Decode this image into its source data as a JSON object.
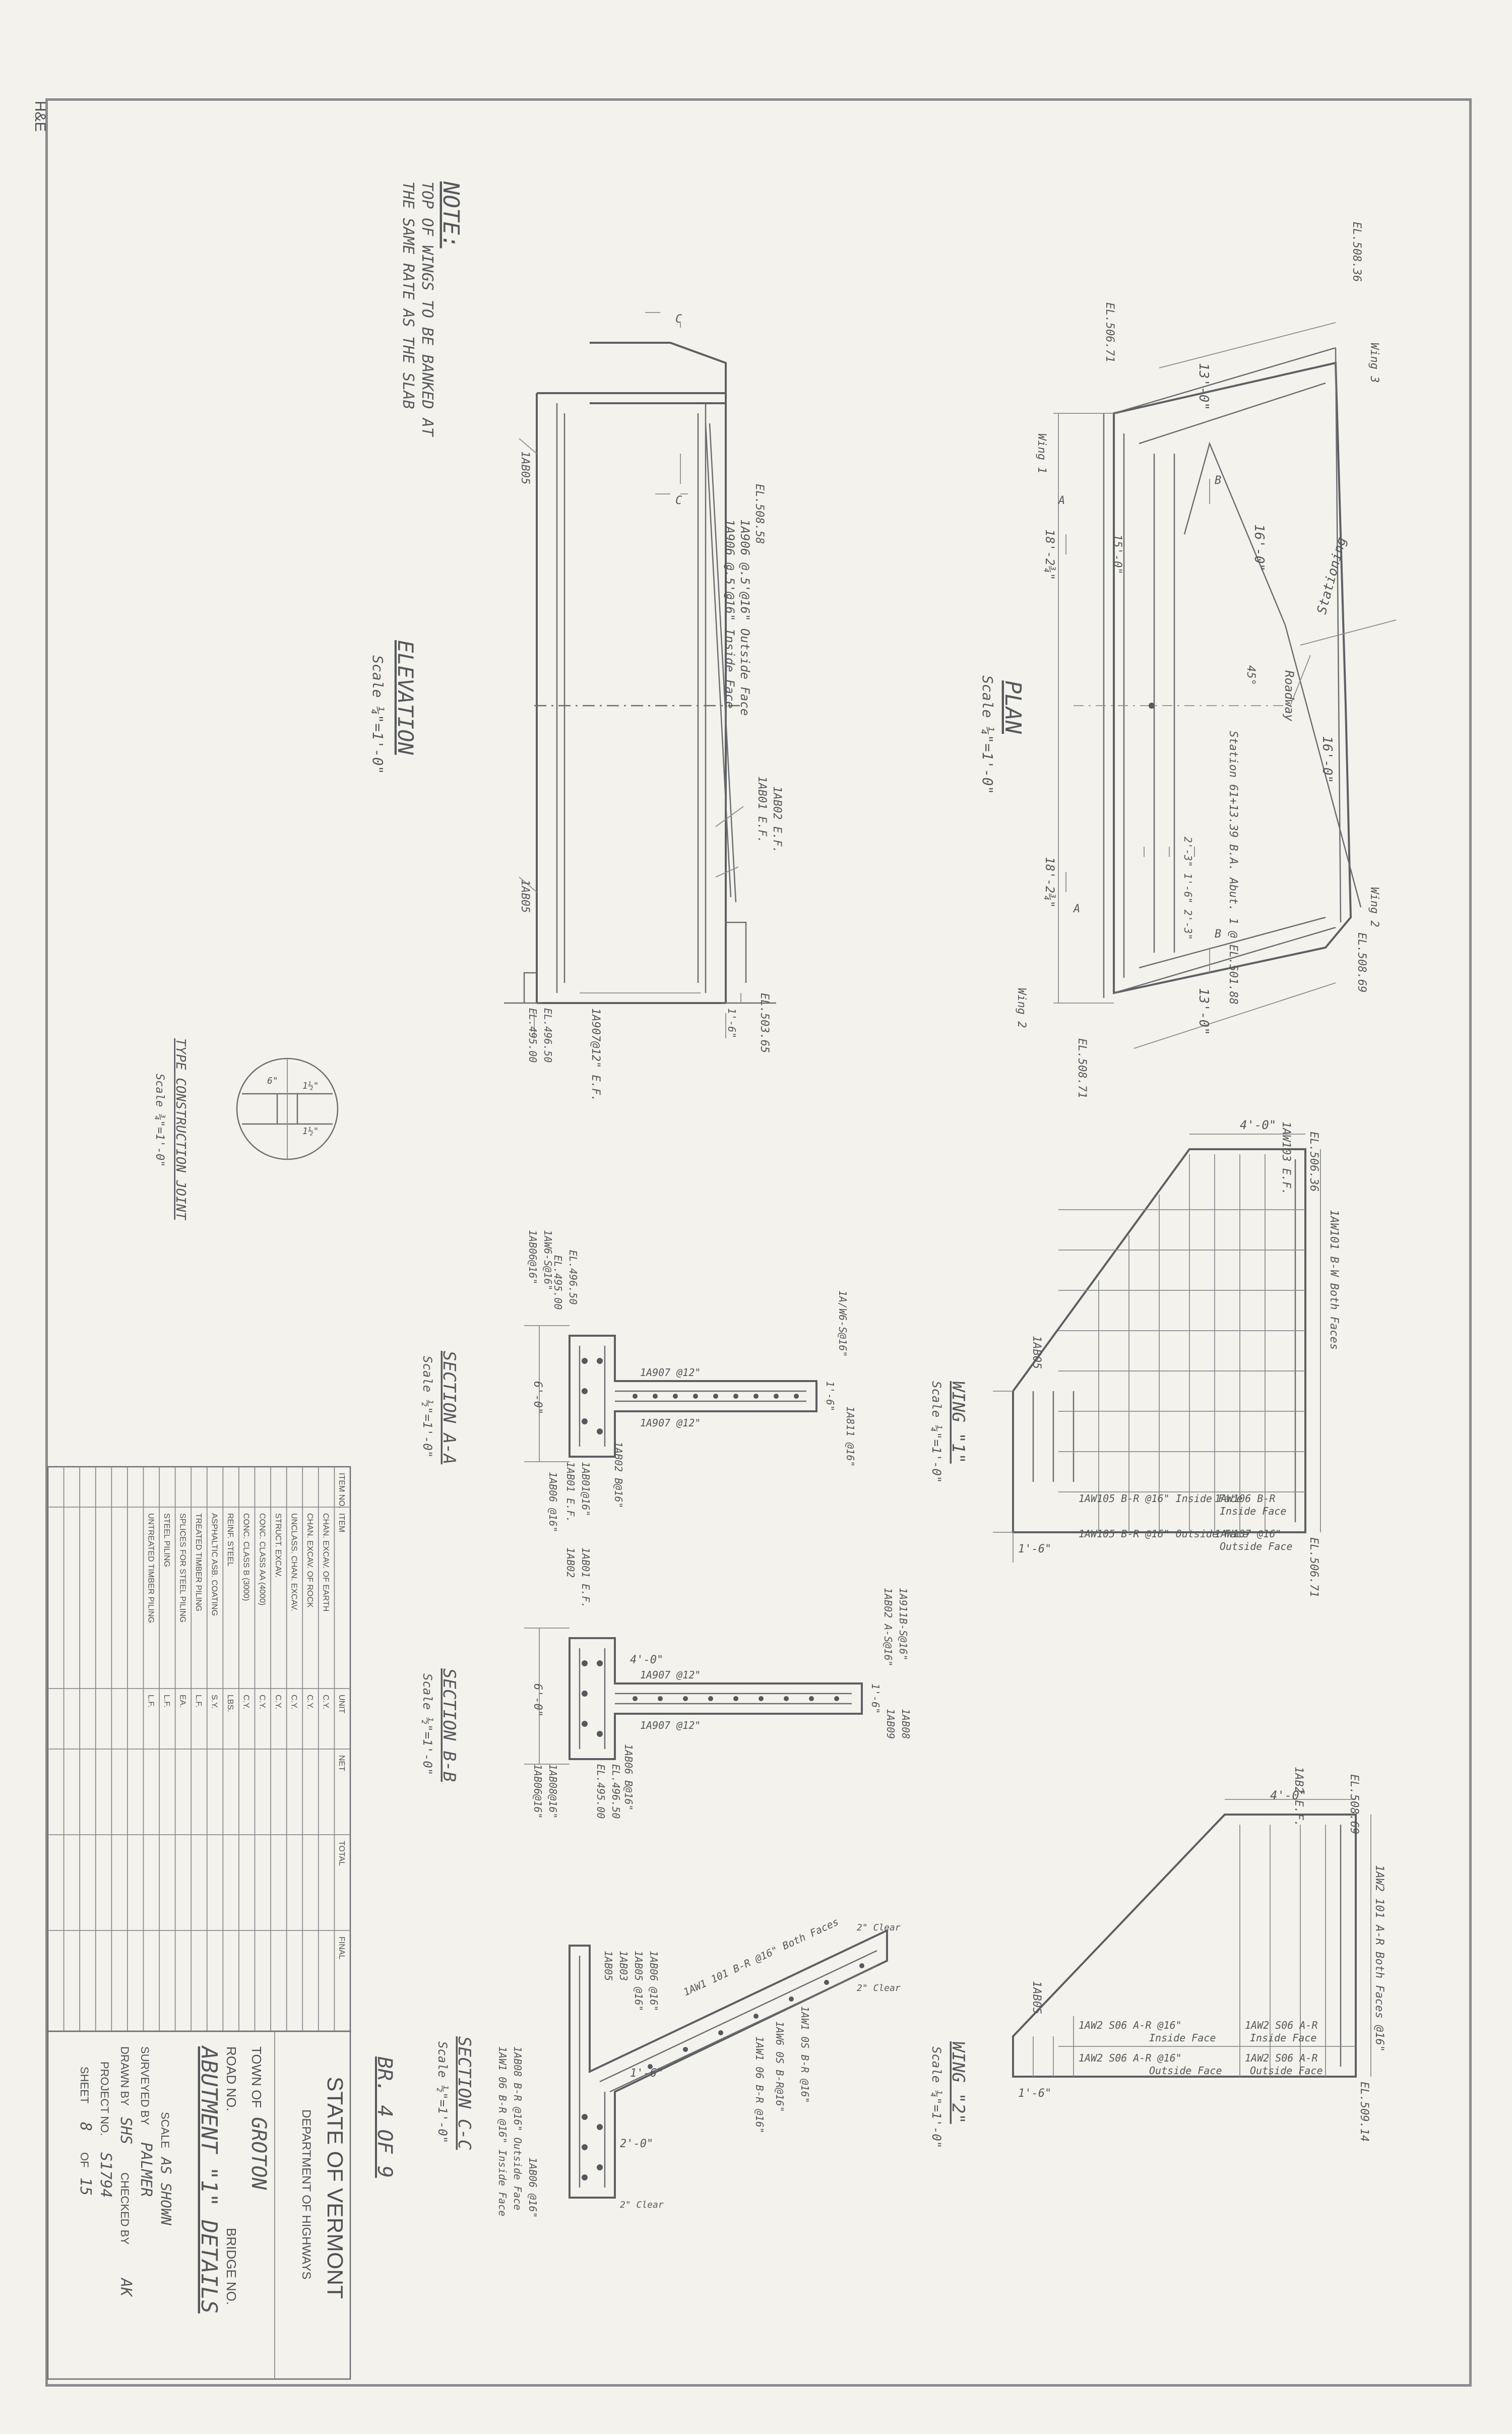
{
  "sheet": {
    "margin_mark": "H&E"
  },
  "note": {
    "heading": "NOTE:",
    "line1": "TOP OF WINGS TO BE BANKED AT",
    "line2": "THE SAME RATE AS THE SLAB"
  },
  "elevation": {
    "title": "ELEVATION",
    "scale": "Scale ¼\"=1'-0\"",
    "labels": {
      "el_top_left": "EL.508.58",
      "el_bot_left": "EL.503.65",
      "bars_face": "1A906 @.5'@16\" Inside Face",
      "bars_outside": "1A906 @.5'@16\" Outside Face",
      "bar_a": "1AB05",
      "bar_b": "1AB05",
      "bar_c": "1AB01 E.F.",
      "bar_d": "1AB02 E.F.",
      "dims_bottom": "1A907@12\" E.F.",
      "el_1": "EL.496.50",
      "el_2": "EL.495.00",
      "dim_right": "1'-6\"",
      "section_c": "C"
    }
  },
  "plan": {
    "title": "PLAN",
    "scale": "Scale ¼\"=1'-0\"",
    "labels": {
      "el_top_right": "EL.508.36",
      "el_top": "EL.506.71",
      "el_bot": "EL.508.71",
      "el_bot_right": "EL.508.69",
      "dim_13a": "13'-0\"",
      "dim_13b": "13'-0\"",
      "dim_16a": "16'-0\"",
      "dim_16b": "16'-0\"",
      "dim_18a": "18'-2¾\"",
      "dim_18b": "18'-2¾\"",
      "dim_15": "15'-0\"",
      "stationing": "Stationing",
      "roadway": "Roadway",
      "station_text": "Station 61+13.39 B.A. Abut. 1 @ EL.501.88",
      "wing1": "Wing 1",
      "wing2": "Wing 2",
      "wing3": "Wing 3",
      "wing4": "Wing 2",
      "dims_mid": "2'-3\"  1'-6\"  2'-3\"",
      "dim_45": "45°",
      "sec_a": "A",
      "sec_b": "B"
    }
  },
  "wing1": {
    "title": "WING \"1\"",
    "scale": "Scale ¼\"=1'-0\"",
    "labels": {
      "top": "1AW103 E.F.",
      "el_top": "EL.506.36",
      "dim_top": "4'-0\"",
      "bars_face": "1AW101 B-W Both Faces",
      "bar_inside": "1AW105 B-R @16\" Inside Face",
      "bar_outside": "1AW105 B-R @16\" Outside Face",
      "bar_r1": "1AW106 B-R",
      "bar_r2": "1AW107 @16\"",
      "bar_r1b": "Inside Face",
      "bar_r2b": "Outside Face",
      "el_bot": "EL.506.71",
      "dim_bot": "1'-6\"",
      "left": "1AB05"
    }
  },
  "wing2": {
    "title": "WING \"2\"",
    "scale": "Scale ¼\"=1'-0\"",
    "labels": {
      "el_top": "EL.508.69",
      "top": "1AB2 E.F.",
      "dim_top": "4'-0\"",
      "bars_face": "1AW2 101 A-R Both Faces @16\"",
      "bar_inside": "1AW2 S06 A-R @16\"",
      "bar_outside": "1AW2 S06 A-R @16\"",
      "bar_r1": "1AW2 S06 A-R",
      "bar_r2": "1AW2 S06 A-R",
      "b_in": "Inside Face",
      "b_out": "Outside Face",
      "b_in2": "Inside Face",
      "b_out2": "Outside Face",
      "el_bot": "EL.509.14",
      "dim_bot": "1'-6\"",
      "left": "1AB05"
    }
  },
  "section_aa": {
    "title": "SECTION A-A",
    "scale": "Scale ½\"=1'-0\"",
    "labels": {
      "el1": "EL.496.50",
      "el2": "EL.495.00",
      "bar1": "1A907 @12\"",
      "bar2": "1A907 @12\"",
      "bar3": "1A/W6-S@16\"",
      "bar4": "1AB01 E.F.",
      "bar5": "1AB02 B@16\"",
      "bar6": "1A811 @16\"",
      "bar7": "1AB06 @16\"",
      "dim": "6'-0\"",
      "dim2": "1'-6\"",
      "bar8": "1AW6-S@16\"",
      "bar9": "1AB06@16\"",
      "bar10": "1AB01@16\""
    }
  },
  "section_bb": {
    "title": "SECTION B-B",
    "scale": "Scale ½\"=1'-0\"",
    "labels": {
      "el1": "EL.495.00",
      "el2": "EL.496.50",
      "bar1": "1A907 @12\"",
      "bar2": "1A907 @12\"",
      "bar3": "1AB06 B@16\"",
      "bar4": "1AB02",
      "bar5": "1AB01 E.F.",
      "bar6": "1AB08@16\"",
      "bar7": "1AB06@16\"",
      "dim": "6'-0\"",
      "dim_top": "4'-0\"",
      "dim2": "1'-6\"",
      "bar8": "1AB02 A-S@16\"",
      "bar9": "1A911B-S@16\"",
      "bar10": "1AB09",
      "bar11": "1AB08"
    }
  },
  "section_cc": {
    "title": "SECTION C-C",
    "scale": "Scale ½\"=1'-0\"",
    "labels": {
      "bar1": "1AW1 101 B-R @16\" Both Faces",
      "bar2": "1AW1 0S B-R @16\"",
      "bar3": "1AW6 0S B-R@16\"",
      "bar4": "1AW1 06 B-R @16\"",
      "bar5": "1AB05",
      "bar6": "1AB03",
      "bar7": "1AB05 @16\"",
      "bar8": "1AB06 @16\"",
      "bar9": "1AB08 B-R @16\" Outside Face",
      "bar10": "1AW1 06 B-R @16\" Inside Face",
      "dim1": "2'-0\"",
      "dim2": "1'-6\"",
      "cover1": "2\" Clear",
      "cover2": "2\" Clear",
      "cover3": "2\" Clear"
    }
  },
  "joint": {
    "title": "TYPE CONSTRUCTION JOINT",
    "scale": "Scale ¾\"=1'-0\"",
    "d1": "6\"",
    "d2": "1½\"",
    "d3": "1½\""
  },
  "quantities": {
    "headers": [
      "ITEM NO.",
      "ITEM",
      "UNIT",
      "NET",
      "TOTAL",
      "FINAL"
    ],
    "rows": [
      [
        "",
        "CHAN. EXCAV. OF EARTH",
        "C.Y.",
        "",
        "",
        ""
      ],
      [
        "",
        "CHAN. EXCAV. OF ROCK",
        "C.Y.",
        "",
        "",
        ""
      ],
      [
        "",
        "UNCLASS. CHAN. EXCAV.",
        "C.Y.",
        "",
        "",
        ""
      ],
      [
        "",
        "STRUCT. EXCAV.",
        "C.Y.",
        "",
        "",
        ""
      ],
      [
        "",
        "CONC. CLASS AA (4000)",
        "C.Y.",
        "",
        "",
        ""
      ],
      [
        "",
        "CONC. CLASS B (3000)",
        "C.Y.",
        "",
        "",
        ""
      ],
      [
        "",
        "REINF. STEEL",
        "LBS.",
        "",
        "",
        ""
      ],
      [
        "",
        "ASPHALTIC ASB. COATING",
        "S.Y.",
        "",
        "",
        ""
      ],
      [
        "",
        "TREATED TIMBER PILING",
        "L.F.",
        "",
        "",
        ""
      ],
      [
        "",
        "SPLICES FOR STEEL PILING",
        "EA.",
        "",
        "",
        ""
      ],
      [
        "",
        "STEEL PILING",
        "L.F.",
        "",
        "",
        ""
      ],
      [
        "",
        "UNTREATED TIMBER PILING",
        "L.F.",
        "",
        "",
        ""
      ],
      [
        "",
        "",
        "",
        "",
        "",
        ""
      ],
      [
        "",
        "",
        "",
        "",
        "",
        ""
      ],
      [
        "",
        "",
        "",
        "",
        "",
        ""
      ],
      [
        "",
        "",
        "",
        "",
        "",
        ""
      ],
      [
        "",
        "",
        "",
        "",
        "",
        ""
      ],
      [
        "",
        "",
        "",
        "",
        "",
        ""
      ]
    ]
  },
  "title_block": {
    "state": "STATE OF VERMONT",
    "dept": "DEPARTMENT OF HIGHWAYS",
    "town_label": "TOWN OF",
    "town": "GROTON",
    "road_label": "ROAD NO.",
    "bridge_label": "BRIDGE NO.",
    "drawing_title": "ABUTMENT \"1\" DETAILS",
    "scale_label": "SCALE",
    "scale_value": "AS SHOWN",
    "surveyed_label": "SURVEYED BY",
    "surveyed": "PALMER",
    "drawn_label": "DRAWN BY",
    "drawn": "SHS",
    "checked_label": "CHECKED BY",
    "checked": "AK",
    "project_label": "PROJECT NO.",
    "project": "S1794",
    "sheet_label": "SHEET",
    "sheet_no": "8",
    "of_label": "OF",
    "sheet_total": "15",
    "br_label": "BR. 4 OF 9"
  }
}
